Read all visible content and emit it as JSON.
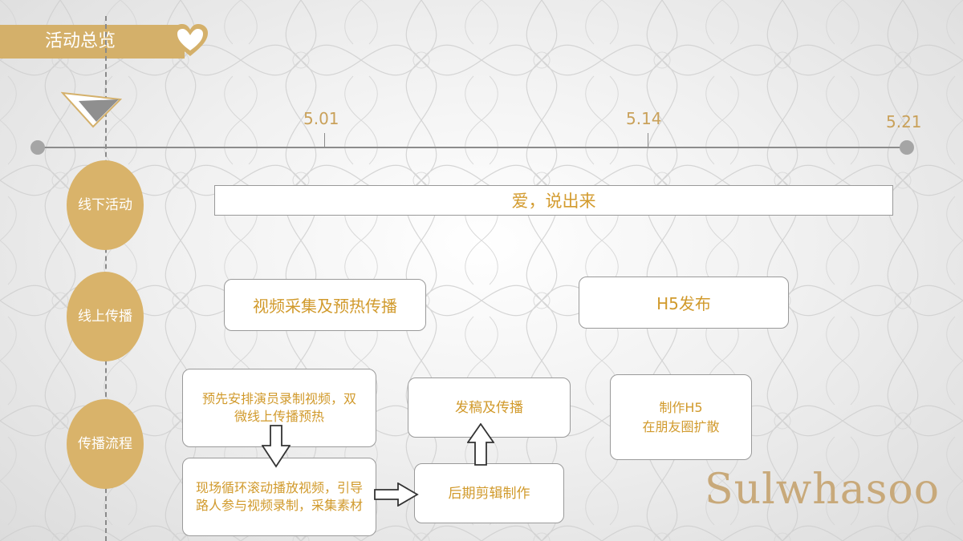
{
  "header": {
    "title": "活动总览"
  },
  "timeline": {
    "dates": [
      "5.01",
      "5.14",
      "5.21"
    ]
  },
  "rows": [
    {
      "label": "线下活动"
    },
    {
      "label": "线上传播"
    },
    {
      "label": "传播流程"
    }
  ],
  "offline": {
    "event": "爱，说出来"
  },
  "online": {
    "video_phase": "视频采集及预热传播",
    "h5_launch": "H5发布"
  },
  "process": {
    "step1": "预先安排演员录制视频，双微线上传播预热",
    "step2": "现场循环滚动播放视频，引导路人参与视频录制，采集素材",
    "step3": "后期剪辑制作",
    "step4": "发稿及传播",
    "step5_line1": "制作H5",
    "step5_line2": "在朋友圈扩散"
  },
  "brand": {
    "name": "Sulwhasoo"
  },
  "colors": {
    "gold": "#d4b06a",
    "text_gold": "#d19a2c"
  },
  "icons": [
    "heart-icon",
    "paper-plane-icon"
  ]
}
